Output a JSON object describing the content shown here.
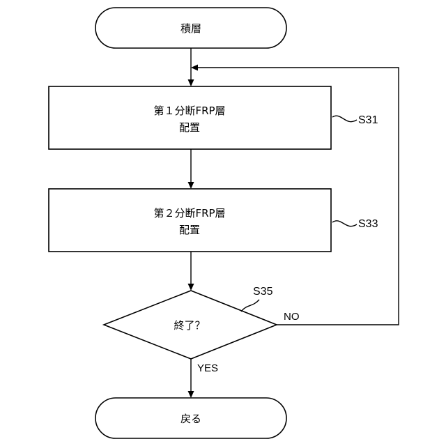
{
  "nodes": {
    "start": {
      "label": "積層"
    },
    "step1": {
      "line1": "第１分断FRP層",
      "line2": "配置",
      "ref": "S31"
    },
    "step2": {
      "line1": "第２分断FRP層",
      "line2": "配置",
      "ref": "S33"
    },
    "decision": {
      "label": "終了？",
      "ref": "S35"
    },
    "end": {
      "label": "戻る"
    }
  },
  "edges": {
    "no_label": "NO",
    "yes_label": "YES"
  },
  "colors": {
    "stroke": "#000000",
    "fill": "#ffffff"
  }
}
